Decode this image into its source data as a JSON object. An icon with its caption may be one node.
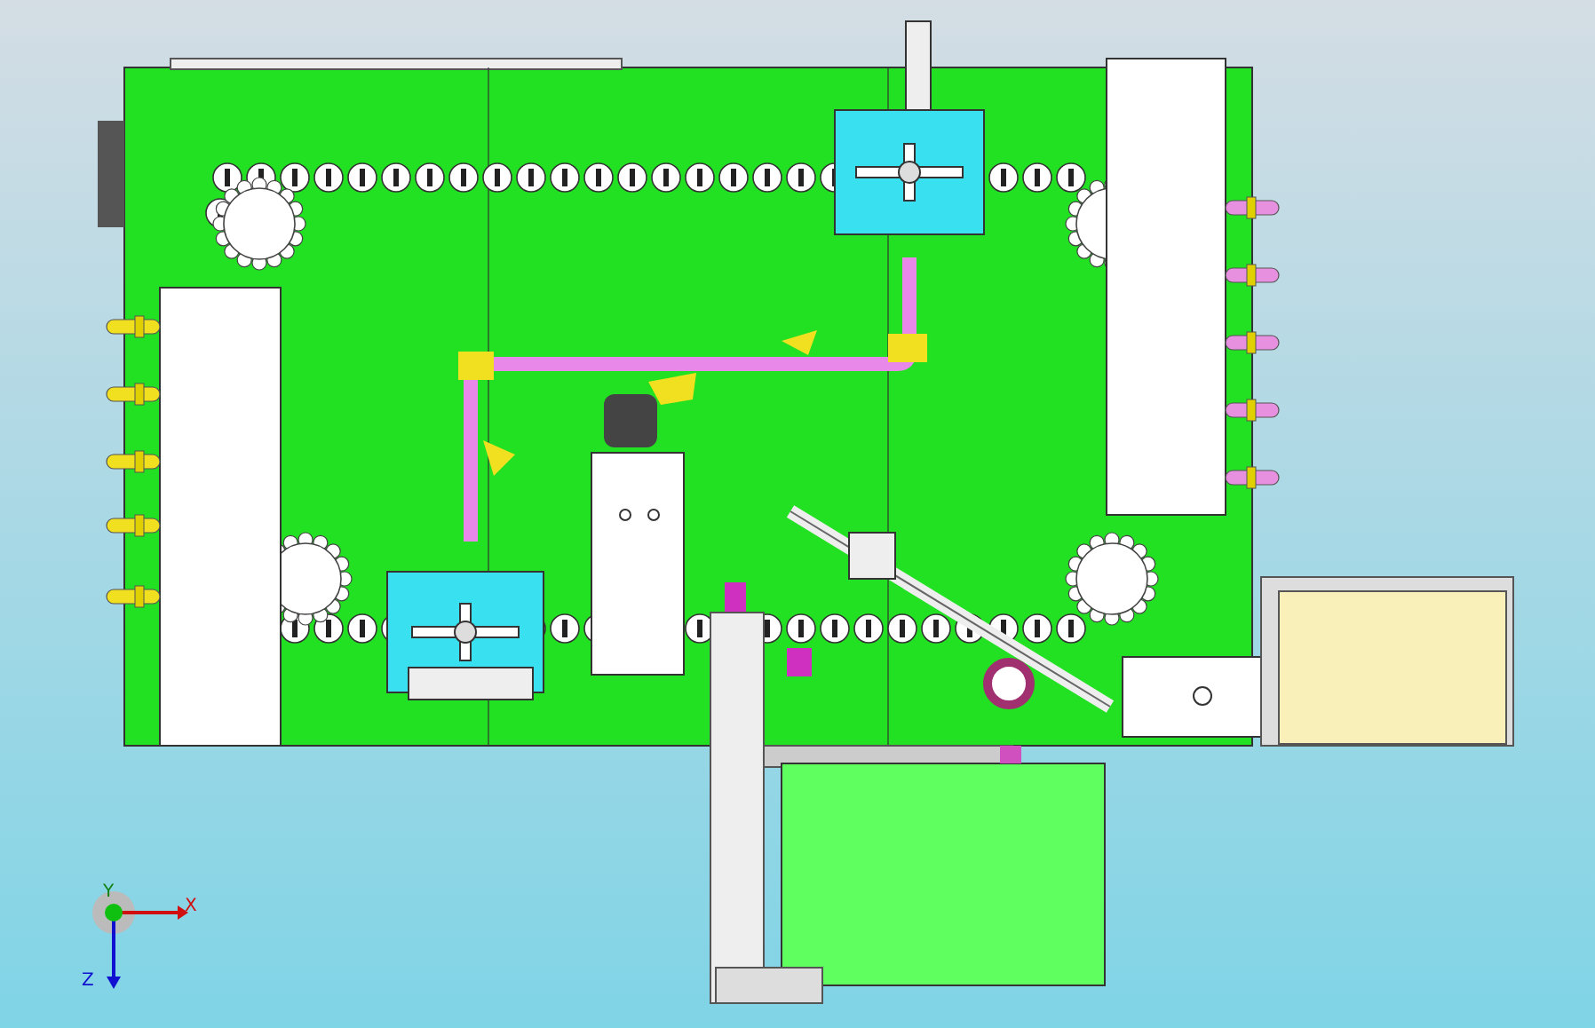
{
  "diagram": {
    "labels": [
      "Y",
      "X",
      "Z"
    ]
  }
}
